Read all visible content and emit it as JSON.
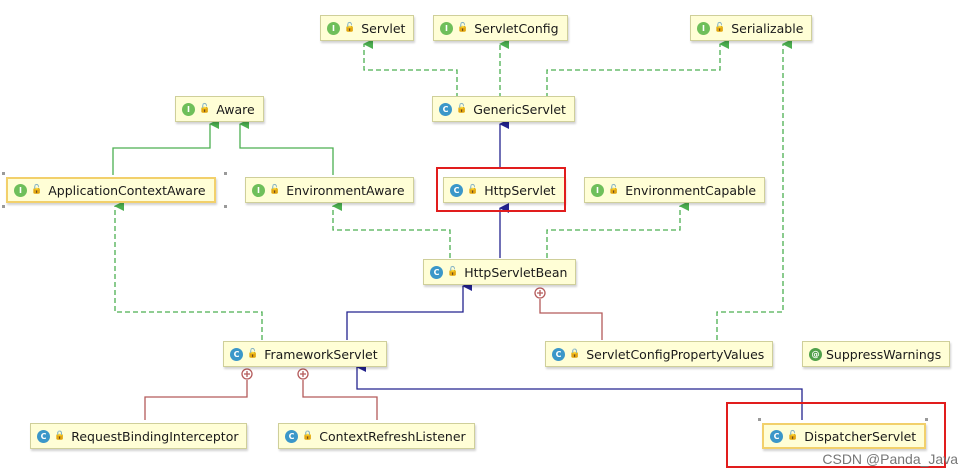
{
  "nodes": {
    "servlet": {
      "label": "Servlet",
      "kind": "interface"
    },
    "servlet_config": {
      "label": "ServletConfig",
      "kind": "interface"
    },
    "serializable": {
      "label": "Serializable",
      "kind": "interface"
    },
    "generic_servlet": {
      "label": "GenericServlet",
      "kind": "abstract-class"
    },
    "aware": {
      "label": "Aware",
      "kind": "interface"
    },
    "application_context_aware": {
      "label": "ApplicationContextAware",
      "kind": "interface"
    },
    "environment_aware": {
      "label": "EnvironmentAware",
      "kind": "interface"
    },
    "http_servlet": {
      "label": "HttpServlet",
      "kind": "abstract-class"
    },
    "environment_capable": {
      "label": "EnvironmentCapable",
      "kind": "interface"
    },
    "http_servlet_bean": {
      "label": "HttpServletBean",
      "kind": "abstract-class"
    },
    "framework_servlet": {
      "label": "FrameworkServlet",
      "kind": "abstract-class"
    },
    "servlet_config_property_values": {
      "label": "ServletConfigPropertyValues",
      "kind": "private-class"
    },
    "suppress_warnings": {
      "label": "SuppressWarnings",
      "kind": "annotation"
    },
    "request_binding_interceptor": {
      "label": "RequestBindingInterceptor",
      "kind": "private-class"
    },
    "context_refresh_listener": {
      "label": "ContextRefreshListener",
      "kind": "private-class"
    },
    "dispatcher_servlet": {
      "label": "DispatcherServlet",
      "kind": "class"
    }
  },
  "colors": {
    "implements": "#4caf50",
    "extends": "#2a2aa0",
    "inner": "#b45a5a",
    "highlight": "#e11d1d"
  },
  "watermark": "CSDN @Panda_Java"
}
